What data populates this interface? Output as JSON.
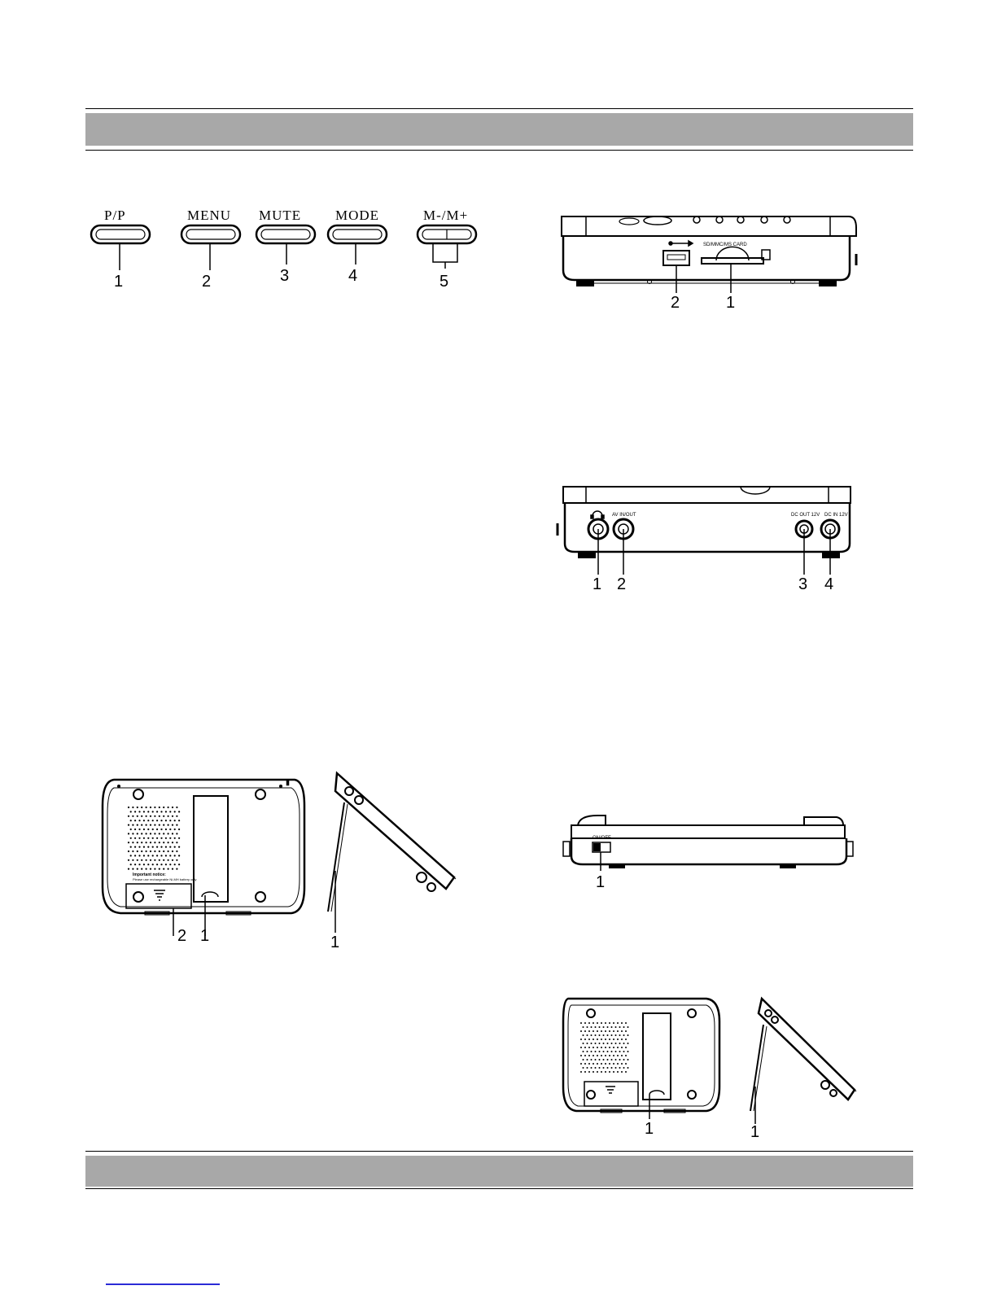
{
  "colors": {
    "band": "#a8a8a8",
    "line": "#000000",
    "link": "#2b2bd6"
  },
  "buttons": {
    "items": [
      {
        "label": "P/P",
        "number": "1"
      },
      {
        "label": "MENU",
        "number": "2"
      },
      {
        "label": "MUTE",
        "number": "3"
      },
      {
        "label": "MODE",
        "number": "4"
      },
      {
        "label": "M-/M+",
        "number": "5"
      }
    ]
  },
  "right_side": {
    "card_label": "SD/MMC/MS CARD",
    "callouts": [
      "2",
      "1"
    ]
  },
  "left_side": {
    "jacks": [
      "AV IN/OUT",
      "DC OUT 12V",
      "DC IN 12V"
    ],
    "callouts": [
      "1",
      "2",
      "3",
      "4"
    ]
  },
  "back_panel": {
    "notice_title": "Important notice:",
    "notice_text": "Please use rechargeable Ni-MH battery only",
    "callouts": [
      "2",
      "1"
    ],
    "side_callout": "1"
  },
  "front_edge": {
    "switch_label": "ON/OFF",
    "callout": "1"
  },
  "back_panel_small": {
    "callout": "1",
    "side_callout": "1"
  }
}
